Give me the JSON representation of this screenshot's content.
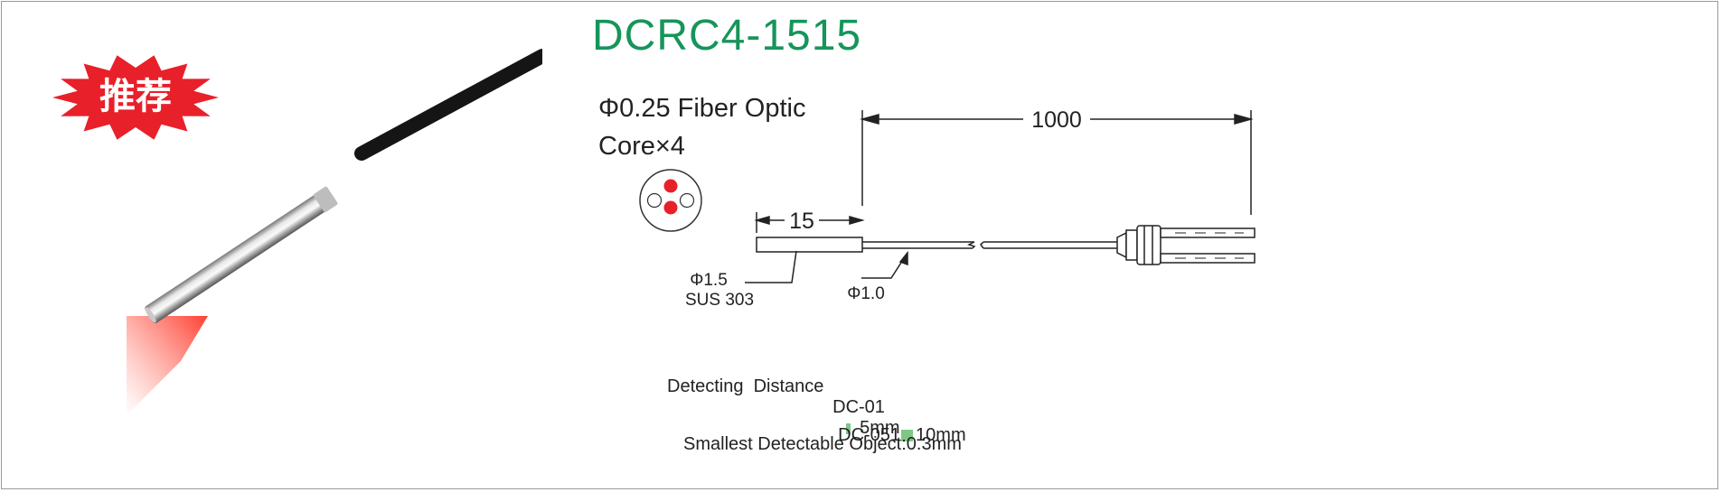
{
  "badge": {
    "text": "推荐"
  },
  "title": "DCRC4-1515",
  "specs": {
    "fiber": "Φ0.25 Fiber Optic",
    "core": "Core×4"
  },
  "dimensions": {
    "total_length": "1000",
    "tip_length": "15",
    "tip_diameter": "Φ1.5",
    "tip_material": "SUS  303",
    "cable_diameter": "Φ1.0"
  },
  "detection": {
    "label": "Detecting  Distance",
    "rows": [
      {
        "model": "DC-01",
        "value": "5mm"
      },
      {
        "model": "DC-051",
        "value": "10mm"
      }
    ],
    "smallest": "Smallest Detectable Object:0.3mm"
  },
  "colors": {
    "title": "#16955a",
    "badge": "#e8202a",
    "core_dot": "#e8202a",
    "swatch": "#7fc785"
  }
}
